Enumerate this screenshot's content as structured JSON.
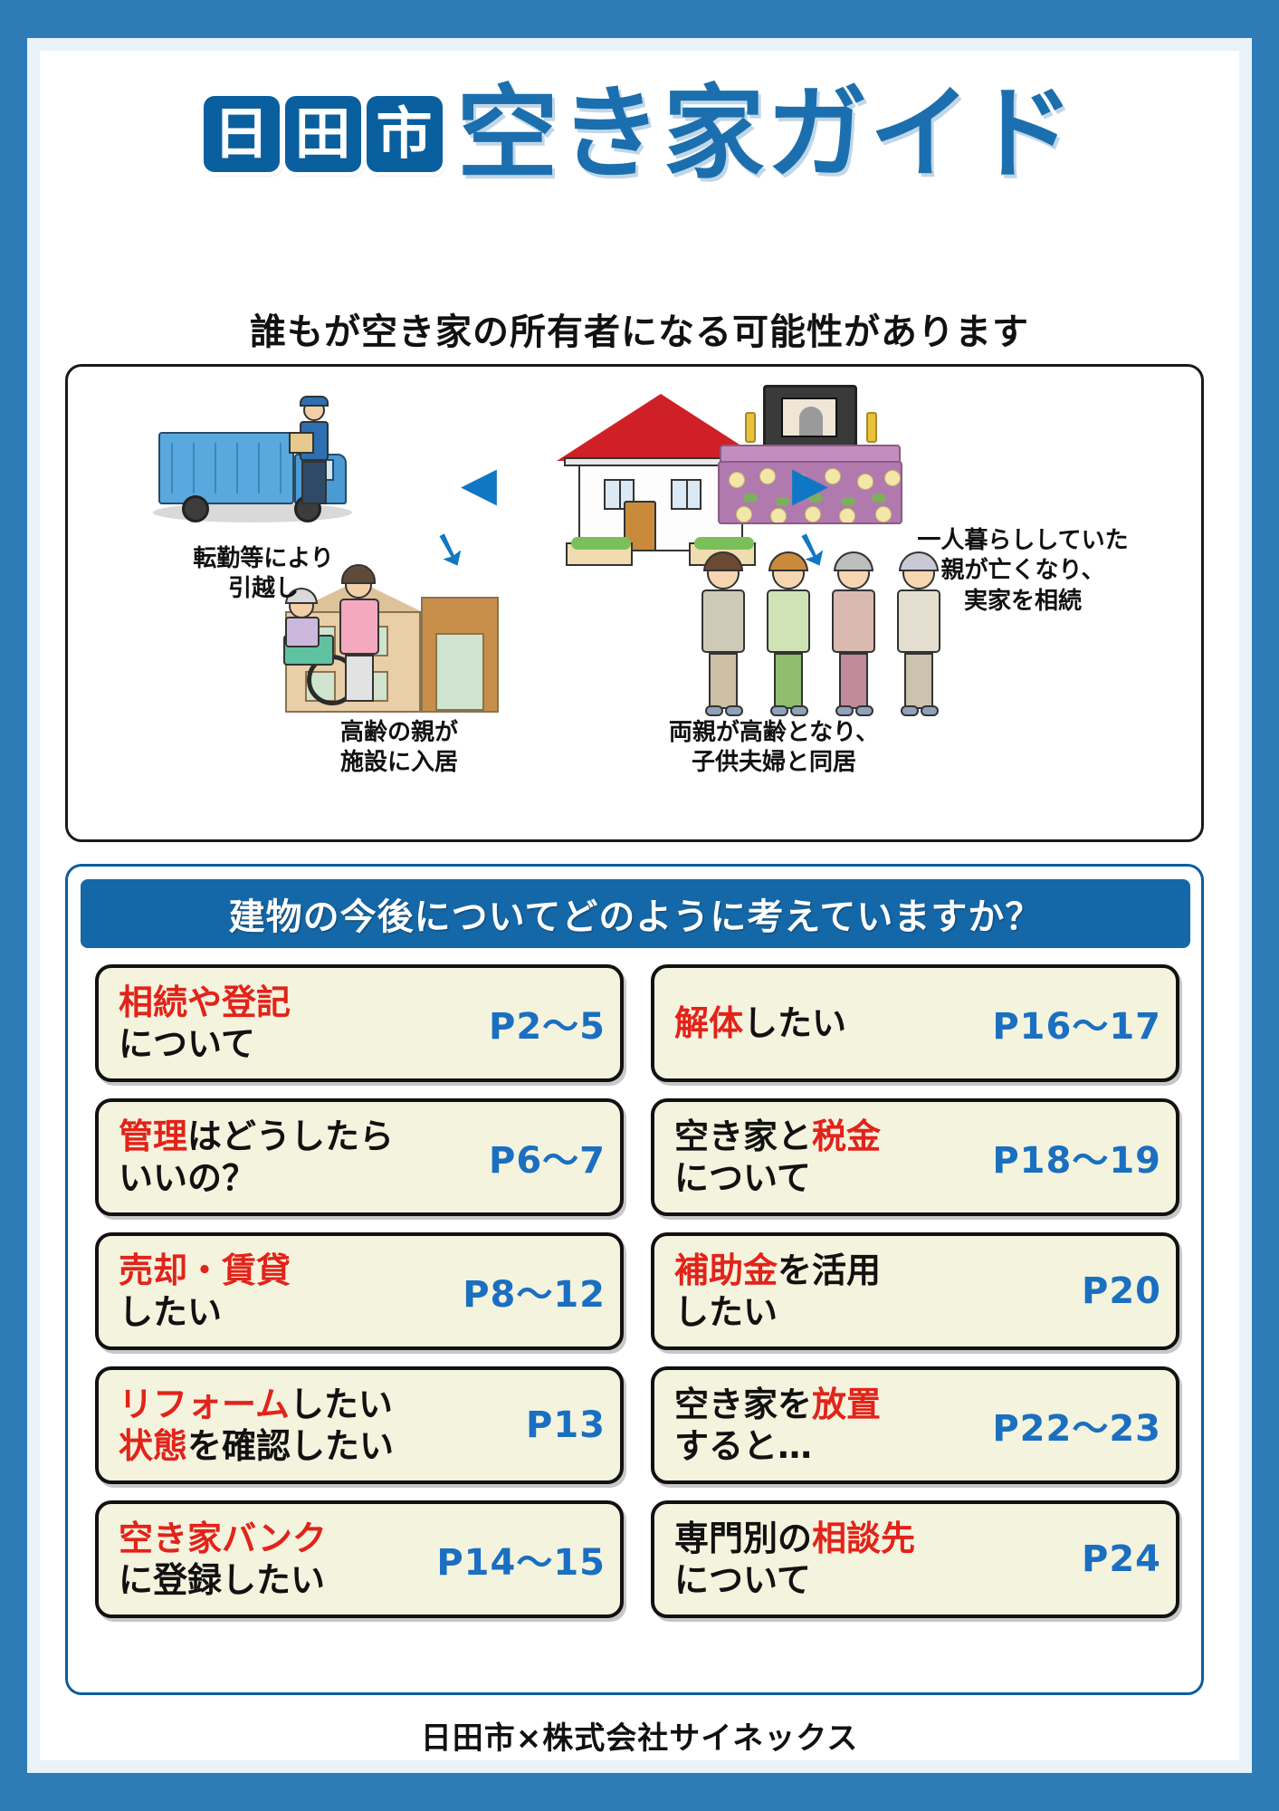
{
  "frame": {
    "border_color": "#2d7cb8",
    "inner_color": "#e9f2f9"
  },
  "header": {
    "city_chars": [
      "日",
      "田",
      "市"
    ],
    "title_main": "空き家ガイド",
    "subtitle": "誰もが空き家の所有者になる可能性があります"
  },
  "illustration": {
    "captions": {
      "move": "転勤等により\n引越し",
      "facility": "高齢の親が\n施設に入居",
      "family": "両親が高齢となり、\n子供夫婦と同居",
      "inherit": "一人暮らししていた\n親が亡くなり、\n実家を相続"
    },
    "arrows": {
      "left": "◀",
      "right": "▶",
      "down_left": "➘",
      "down_right": "➘"
    }
  },
  "menu": {
    "heading": "建物の今後についてどのように考えていますか？",
    "highlight_color": "#e2231a",
    "page_color": "#1a6fc0",
    "items_left": [
      {
        "line1_hl": "相続や登記",
        "line1_rest": "",
        "line2_hl": "",
        "line2_rest": "について",
        "page": "P2〜5"
      },
      {
        "line1_hl": "管理",
        "line1_rest": "はどうしたら",
        "line2_hl": "",
        "line2_rest": "いいの？",
        "page": "P6〜7"
      },
      {
        "line1_hl": "売却・賃貸",
        "line1_rest": "",
        "line2_hl": "",
        "line2_rest": "したい",
        "page": "P8〜12"
      },
      {
        "line1_hl": "リフォーム",
        "line1_rest": "したい",
        "line2_hl": "状態",
        "line2_rest": "を確認したい",
        "page": "P13"
      },
      {
        "line1_hl": "空き家バンク",
        "line1_rest": "",
        "line2_hl": "",
        "line2_rest": "に登録したい",
        "page": "P14〜15"
      }
    ],
    "items_right": [
      {
        "line1_hl": "解体",
        "line1_rest": "したい",
        "line2_hl": "",
        "line2_rest": "",
        "page": "P16〜17"
      },
      {
        "line1_pre": "空き家と",
        "line1_hl": "税金",
        "line1_rest": "",
        "line2_hl": "",
        "line2_rest": "について",
        "page": "P18〜19"
      },
      {
        "line1_hl": "補助金",
        "line1_rest": "を活用",
        "line2_hl": "",
        "line2_rest": "したい",
        "page": "P20"
      },
      {
        "line1_pre": "空き家を",
        "line1_hl": "放置",
        "line1_rest": "",
        "line2_hl": "",
        "line2_rest": "すると…",
        "page": "P22〜23"
      },
      {
        "line1_pre": "専門別の",
        "line1_hl": "相談先",
        "line1_rest": "",
        "line2_hl": "",
        "line2_rest": "について",
        "page": "P24"
      }
    ]
  },
  "footer": {
    "text": "日田市×株式会社サイネックス"
  }
}
